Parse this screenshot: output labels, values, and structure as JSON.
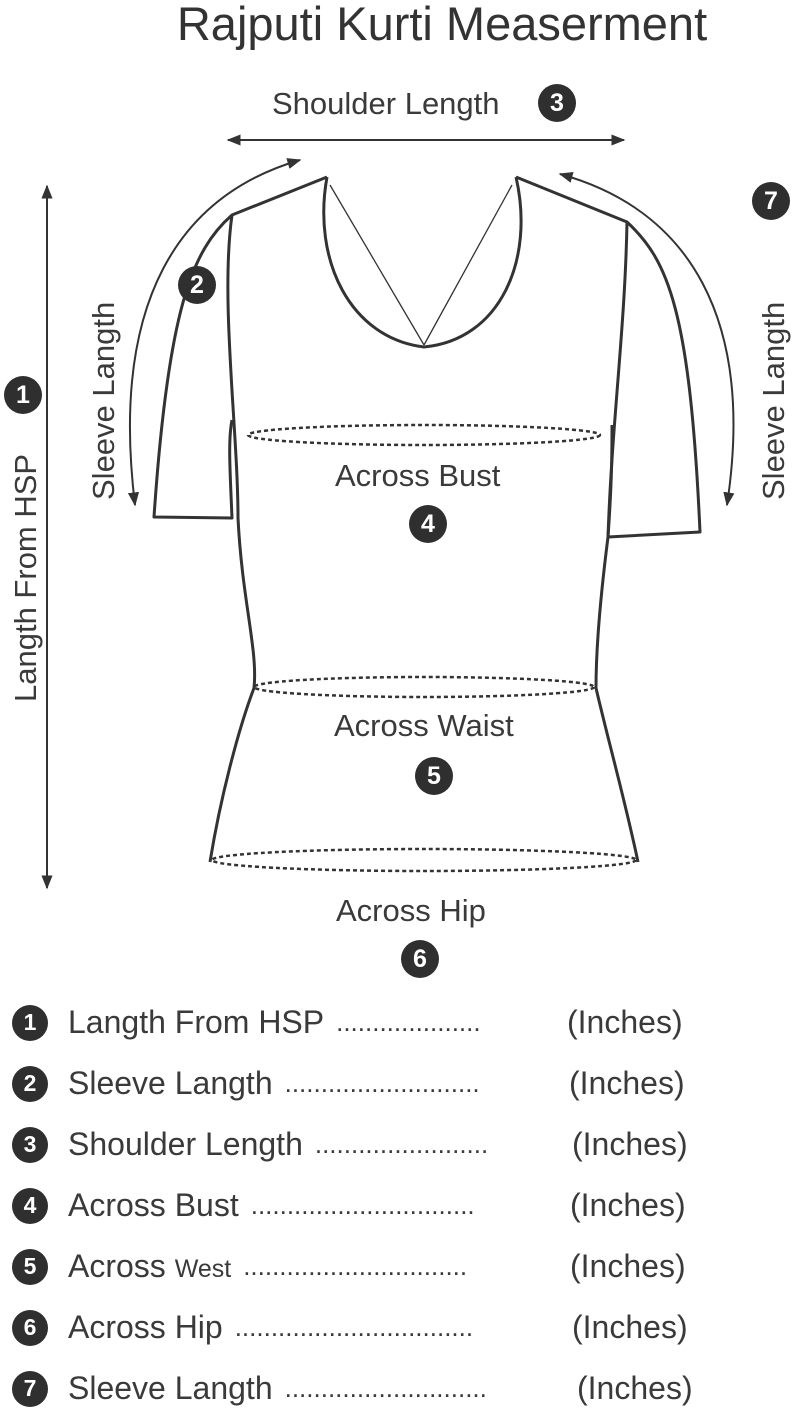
{
  "title": "Rajputi Kurti Measerment",
  "labels": {
    "shoulder": "Shoulder Length",
    "sleeve_left": "Sleeve Langth",
    "sleeve_right": "Sleeve Langth",
    "length": "Langth From HSP",
    "bust": "Across Bust",
    "waist": "Across Waist",
    "hip": "Across Hip"
  },
  "badges": {
    "length": "1",
    "sleeve_left": "2",
    "shoulder": "3",
    "bust": "4",
    "waist": "5",
    "hip": "6",
    "sleeve_right": "7"
  },
  "measurements": [
    {
      "num": "1",
      "name": "Langth From HSP",
      "dots": "....................",
      "unit": "(Inches)"
    },
    {
      "num": "2",
      "name": "Sleeve Langth",
      "dots": "...........................",
      "unit": "(Inches)"
    },
    {
      "num": "3",
      "name": "Shoulder Length",
      "dots": "........................",
      "unit": "(Inches)"
    },
    {
      "num": "4",
      "name": "Across Bust",
      "dots": "...............................",
      "unit": "(Inches)"
    },
    {
      "num": "5",
      "name": "Across",
      "name_small": "West",
      "dots": "...............................",
      "unit": "(Inches)"
    },
    {
      "num": "6",
      "name": "Across Hip",
      "dots": ".................................",
      "unit": "(Inches)"
    },
    {
      "num": "7",
      "name": "Sleeve Langth",
      "dots": "............................",
      "unit": "(Inches)"
    }
  ]
}
